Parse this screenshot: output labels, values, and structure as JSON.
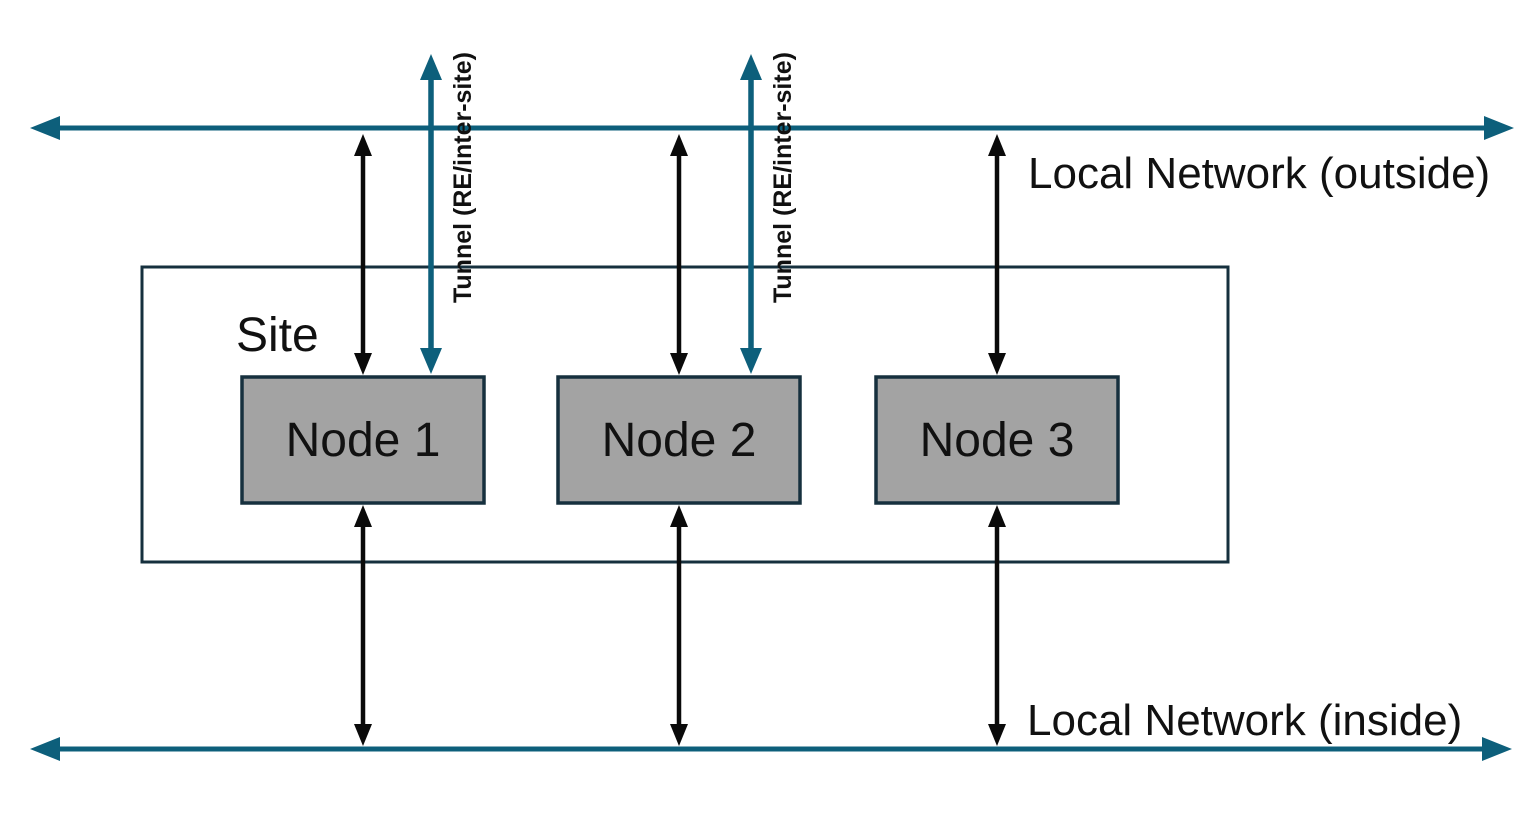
{
  "diagram": {
    "site": {
      "label": "Site"
    },
    "nodes": [
      {
        "label": "Node 1"
      },
      {
        "label": "Node 2"
      },
      {
        "label": "Node 3"
      }
    ],
    "networks": {
      "outside_label": "Local Network (outside)",
      "inside_label": "Local Network (inside)"
    },
    "tunnels": [
      {
        "label": "Tunnel (RE/inter-site)"
      },
      {
        "label": "Tunnel (RE/inter-site)"
      }
    ],
    "colors": {
      "teal": "#0d5f7b",
      "box_border": "#16303e",
      "node_fill": "#a3a3a3",
      "arrow_black": "#0a0a0a",
      "text": "#111111"
    }
  }
}
